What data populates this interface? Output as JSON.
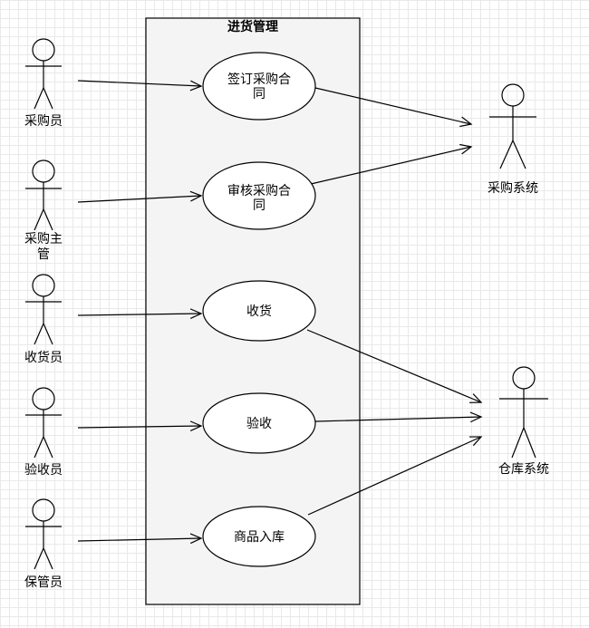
{
  "system": {
    "title": "进货管理"
  },
  "actors_left": [
    {
      "id": "a1",
      "label_lines": [
        "采购员"
      ]
    },
    {
      "id": "a2",
      "label_lines": [
        "采购主",
        "管"
      ]
    },
    {
      "id": "a3",
      "label_lines": [
        "收货员"
      ]
    },
    {
      "id": "a4",
      "label_lines": [
        "验收员"
      ]
    },
    {
      "id": "a5",
      "label_lines": [
        "保管员"
      ]
    }
  ],
  "actors_right": [
    {
      "id": "s1",
      "label_lines": [
        "采购系统"
      ]
    },
    {
      "id": "s2",
      "label_lines": [
        "仓库系统"
      ]
    }
  ],
  "use_cases": [
    {
      "id": "u1",
      "label_lines": [
        "签订采购合",
        "同"
      ]
    },
    {
      "id": "u2",
      "label_lines": [
        "审核采购合",
        "同"
      ]
    },
    {
      "id": "u3",
      "label_lines": [
        "收货"
      ]
    },
    {
      "id": "u4",
      "label_lines": [
        "验收"
      ]
    },
    {
      "id": "u5",
      "label_lines": [
        "商品入库"
      ]
    }
  ],
  "associations": [
    {
      "from": "a1",
      "to": "u1"
    },
    {
      "from": "a2",
      "to": "u2"
    },
    {
      "from": "a3",
      "to": "u3"
    },
    {
      "from": "a4",
      "to": "u4"
    },
    {
      "from": "a5",
      "to": "u5"
    },
    {
      "from": "u1",
      "to": "s1"
    },
    {
      "from": "u2",
      "to": "s1"
    },
    {
      "from": "u3",
      "to": "s2"
    },
    {
      "from": "u4",
      "to": "s2"
    },
    {
      "from": "u5",
      "to": "s2"
    }
  ],
  "colors": {
    "boundary_fill": "#f4f4f4",
    "stroke": "#000000",
    "grid": "#e9e9e9"
  }
}
